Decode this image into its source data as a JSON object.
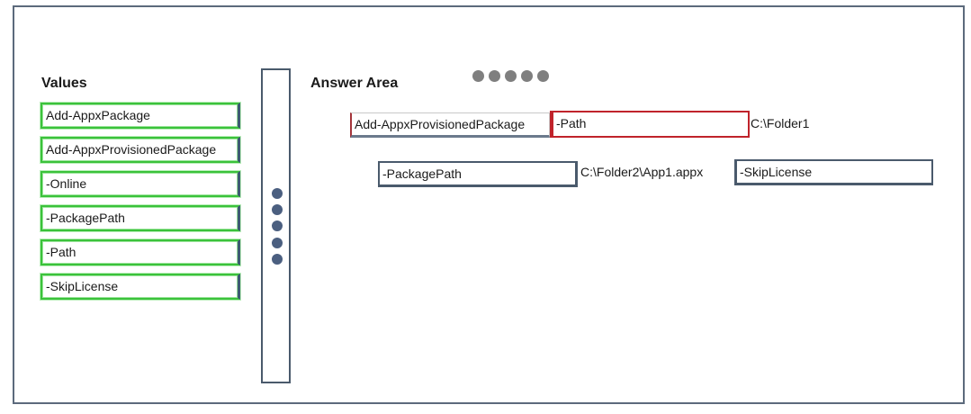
{
  "values": {
    "heading": "Values",
    "items": [
      {
        "label": "Add-AppxPackage"
      },
      {
        "label": "Add-AppxProvisionedPackage"
      },
      {
        "label": "-Online"
      },
      {
        "label": "-PackagePath"
      },
      {
        "label": "-Path"
      },
      {
        "label": "-SkipLicense"
      }
    ]
  },
  "answer_area": {
    "heading": "Answer Area",
    "row1": {
      "slot1": "Add-AppxProvisionedPackage",
      "slot2": "-Path",
      "text": "C:\\Folder1"
    },
    "row2": {
      "slot1": "-PackagePath",
      "text": "C:\\Folder2\\App1.appx",
      "slot2": "-SkipLicense"
    }
  },
  "colors": {
    "item_border": "#3bc23b",
    "selected_border": "#c0232b",
    "slot_border": "#4a5a6c",
    "handle_dots": "#4b5f80",
    "indicator_dots": "#7f7f7f"
  }
}
